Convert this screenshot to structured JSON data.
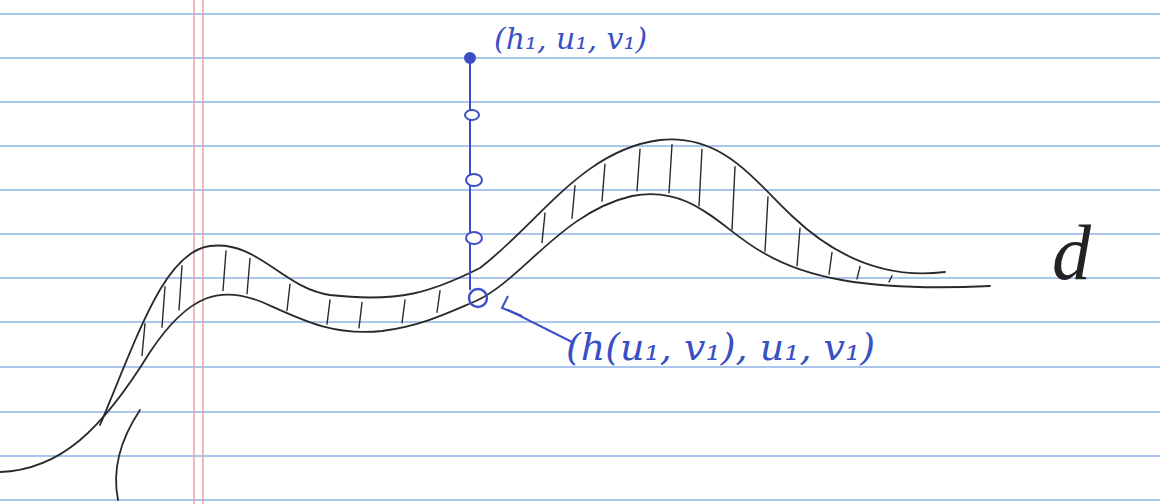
{
  "diagram": {
    "labels": [
      "(h₁, u₁, v₁)",
      "(h(u₁, v₁), u₁, v₁)",
      "d"
    ]
  }
}
